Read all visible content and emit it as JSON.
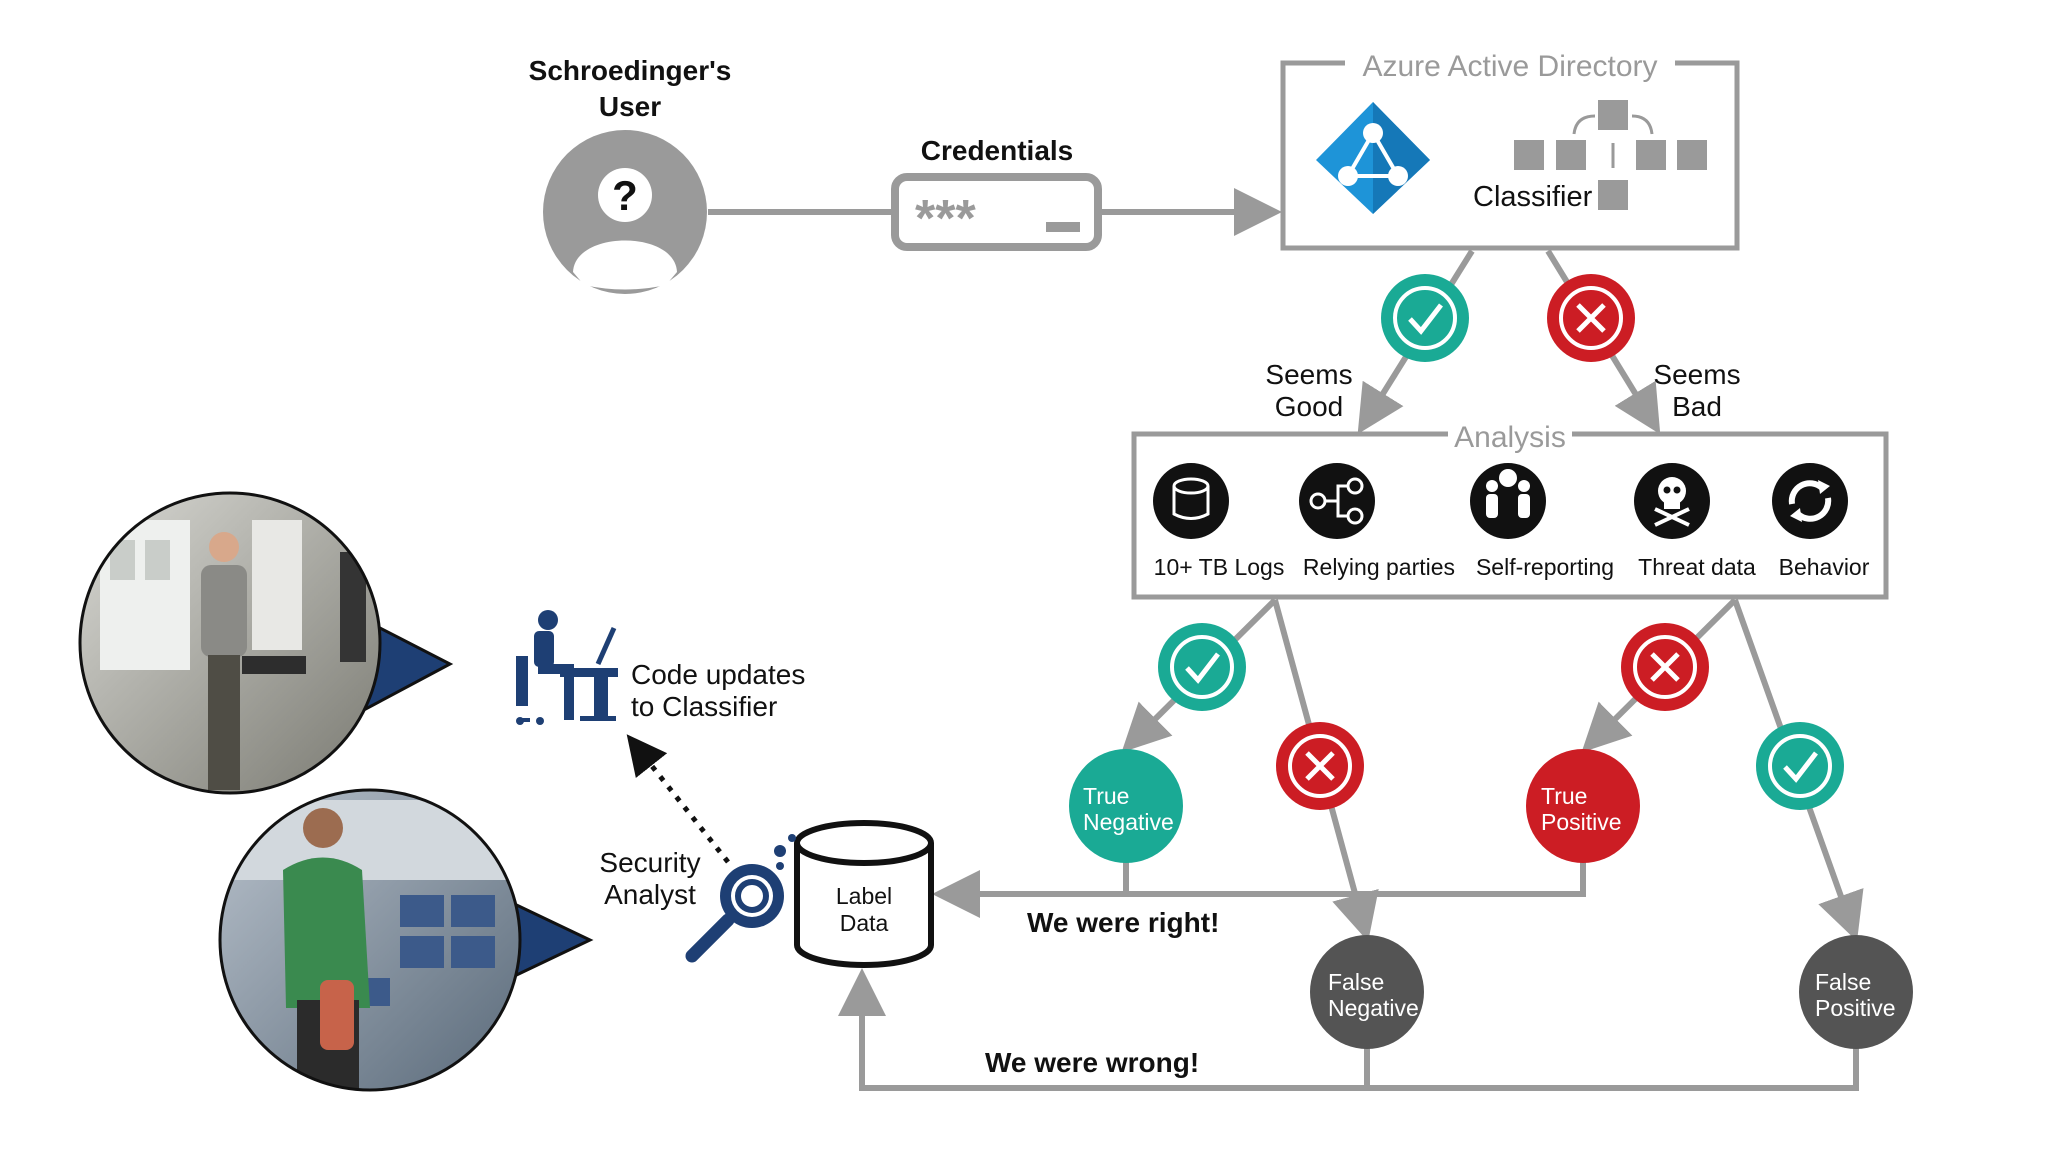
{
  "user": {
    "title": "Schroedinger's User"
  },
  "credentials": {
    "label": "Credentials"
  },
  "aad": {
    "title": "Azure Active Directory",
    "classifier_label": "Classifier"
  },
  "branches": {
    "good": "Seems Good",
    "bad": "Seems Bad"
  },
  "analysis": {
    "title": "Analysis",
    "items": [
      {
        "label": "10+ TB Logs",
        "icon": "database-icon"
      },
      {
        "label": "Relying parties",
        "icon": "relying-parties-icon"
      },
      {
        "label": "Self-reporting",
        "icon": "people-icon"
      },
      {
        "label": "Threat data",
        "icon": "skull-icon"
      },
      {
        "label": "Behavior",
        "icon": "behavior-icon"
      }
    ]
  },
  "outcomes": {
    "true_negative": "True Negative",
    "false_negative": "False Negative",
    "true_positive": "True Positive",
    "false_positive": "False Positive"
  },
  "label_data": "Label Data",
  "feedback": {
    "right": "We were right!",
    "wrong": "We were wrong!"
  },
  "analyst": {
    "label": "Security Analyst",
    "code_updates": "Code updates to Classifier"
  },
  "colors": {
    "connector": "#9a9a9a",
    "check_green": "#1aaa95",
    "cross_red": "#cc1d24",
    "dark_grey": "#545454",
    "navy": "#1e3f74",
    "azure_blue": "#1e94d8"
  }
}
